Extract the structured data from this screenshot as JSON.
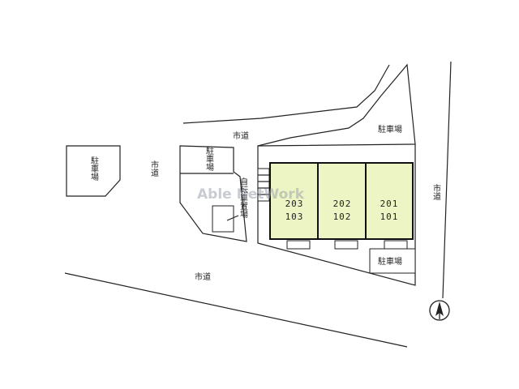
{
  "labels": {
    "road_top": "市道",
    "road_left": "市道",
    "road_bottom": "市道",
    "road_right": "市道",
    "parking_left": "駐車場",
    "parking_mid": "駐車場",
    "parking_top_right": "駐車場",
    "parking_bottom_right": "駐車場",
    "bicycle_parking": "自転車置場"
  },
  "units": [
    {
      "upper": "203",
      "lower": "103"
    },
    {
      "upper": "202",
      "lower": "102"
    },
    {
      "upper": "201",
      "lower": "101"
    }
  ],
  "watermark": "Able NetWork",
  "colors": {
    "building_fill": "#eef5c4",
    "line": "#222222"
  },
  "icons": {
    "north_arrow": "north-arrow-icon"
  }
}
